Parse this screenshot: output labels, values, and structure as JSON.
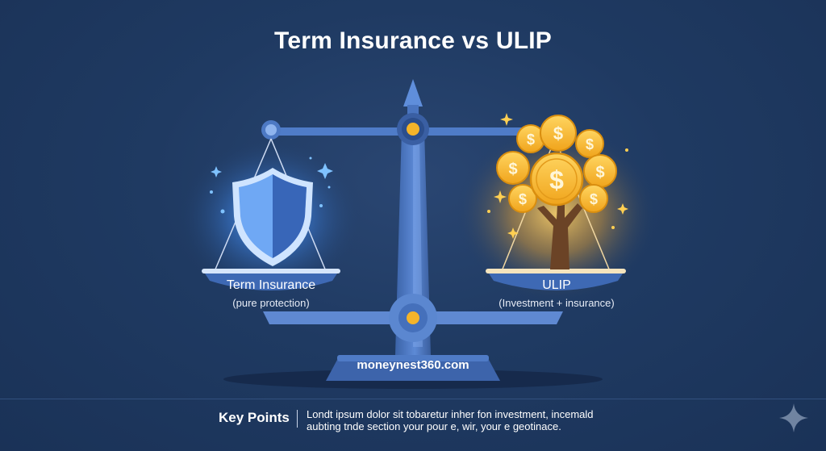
{
  "title": "Term Insurance vs ULIP",
  "left_pan": {
    "label": "Term Insurance",
    "sublabel": "(pure protection)"
  },
  "right_pan": {
    "label": "ULIP",
    "sublabel": "(Investment + insurance)"
  },
  "website": "moneynest360.com",
  "key_points": {
    "title": "Key Points",
    "line1": "Londt ipsum dolor sit tobaretur inher fon investment, incemald",
    "line2": "aubting tnde section your pour  e, wir, your e geotinace."
  },
  "coin_symbol": "$",
  "icons": {
    "left": "shield-icon",
    "right": "money-tree-icon",
    "corner": "sparkle-icon"
  },
  "colors": {
    "background": "#1f3a62",
    "scale": "#4d79c4",
    "shield_light": "#7fb6ff",
    "shield_dark": "#3866b8",
    "coin": "#f5b627",
    "coin_dark": "#d98e0f",
    "trunk": "#6b4326",
    "pivot": "#f4b42a"
  }
}
